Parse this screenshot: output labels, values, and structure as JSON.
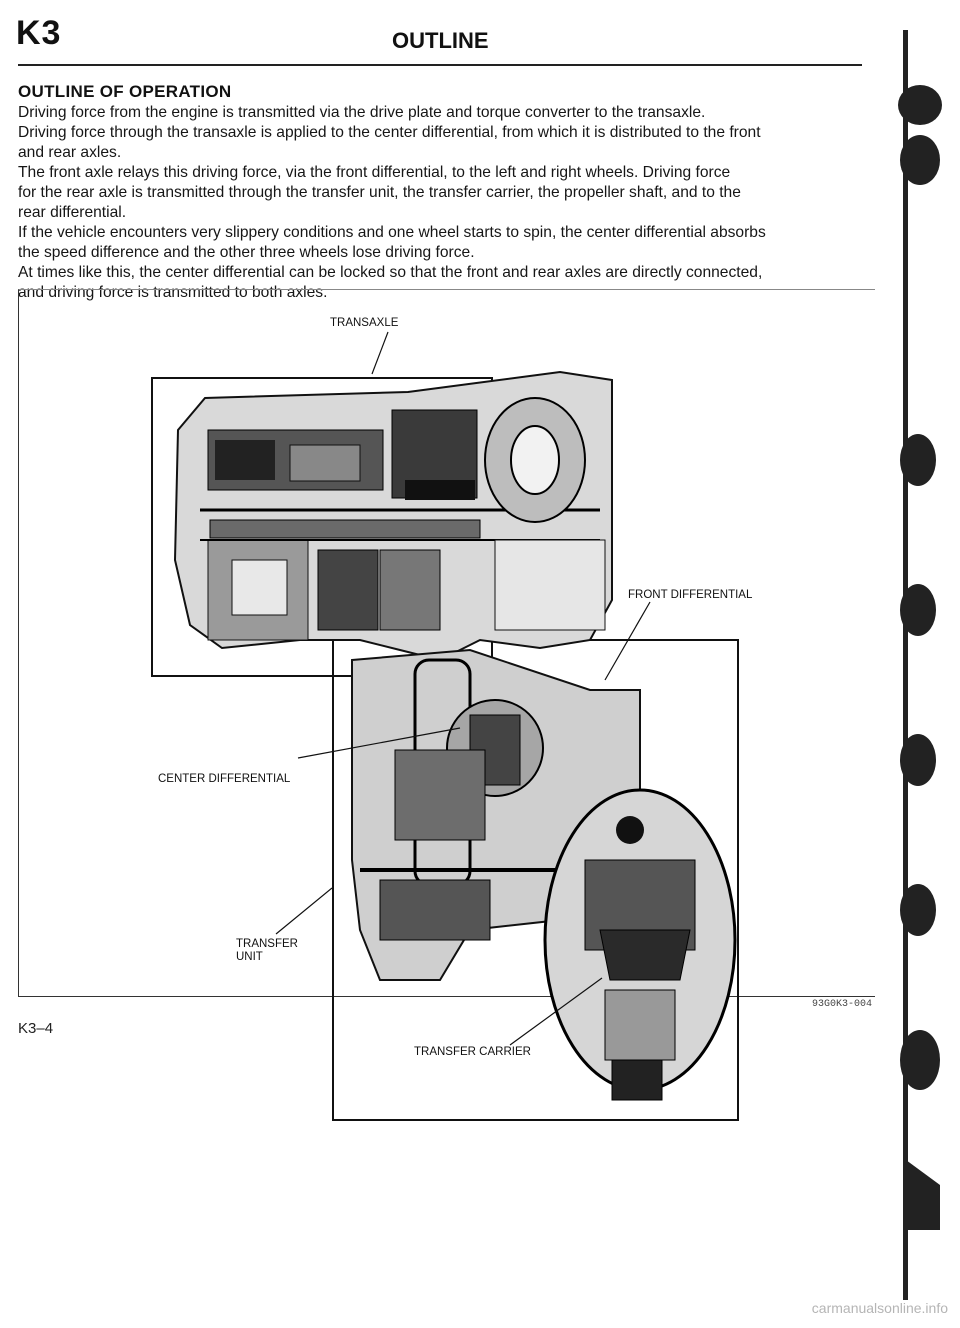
{
  "header": {
    "section_code": "K3",
    "title": "OUTLINE"
  },
  "section": {
    "heading": "OUTLINE OF OPERATION",
    "lines": [
      "Driving force from the engine is transmitted via the drive plate and torque converter to the transaxle.",
      "Driving force through the transaxle is applied to the center differential, from which it is distributed to the front",
      "and rear axles.",
      "The front axle relays this driving force, via the front differential, to the left and right wheels. Driving force",
      "for the rear axle is transmitted through the transfer unit, the transfer carrier, the propeller shaft, and to the",
      "rear differential.",
      "If the vehicle encounters very slippery conditions and one wheel starts to spin, the center differential absorbs",
      "the speed difference and the other three wheels lose driving force.",
      "At times like this, the center differential can be locked so that the front and rear axles are directly connected,",
      "and driving force is transmitted to both axles."
    ]
  },
  "figure": {
    "callouts": {
      "transaxle": "TRANSAXLE",
      "front_differential": "FRONT DIFFERENTIAL",
      "center_differential": "CENTER DIFFERENTIAL",
      "transfer_unit": "TRANSFER\nUNIT",
      "transfer_carrier": "TRANSFER CARRIER"
    },
    "figure_code": "93G0K3-004"
  },
  "footer": {
    "page_number": "K3–4",
    "watermark": "carmanualsonline.info"
  }
}
